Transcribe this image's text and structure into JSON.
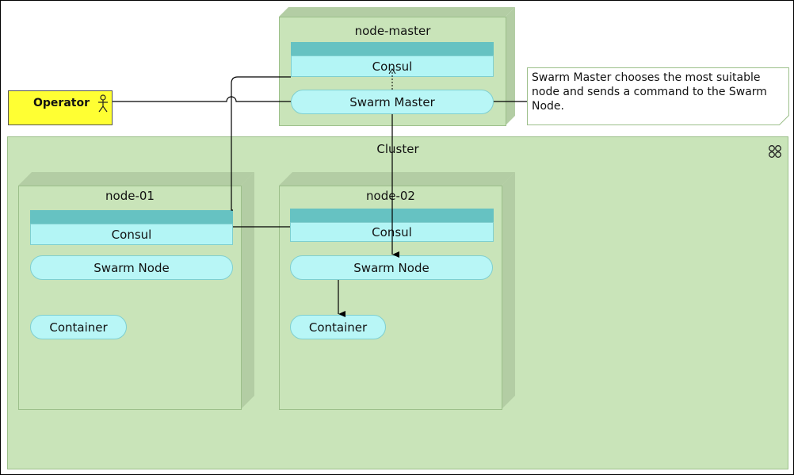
{
  "operator": {
    "label": "Operator"
  },
  "note": {
    "text": "Swarm Master chooses the most suitable node and sends a command to the Swarm Node."
  },
  "node_master": {
    "title": "node-master",
    "consul": "Consul",
    "swarm_master": "Swarm Master"
  },
  "cluster": {
    "title": "Cluster",
    "icon": "cluster-icon",
    "node_01": {
      "title": "node-01",
      "consul": "Consul",
      "swarm_node": "Swarm Node",
      "container": "Container"
    },
    "node_02": {
      "title": "node-02",
      "consul": "Consul",
      "swarm_node": "Swarm Node",
      "container": "Container"
    }
  },
  "colors": {
    "node_fill": "#c9e4b9",
    "node_depth": "#b3cda4",
    "component_fill": "#b8f6f6",
    "consul_header": "#66c2c2",
    "operator_fill": "#ffff33"
  }
}
